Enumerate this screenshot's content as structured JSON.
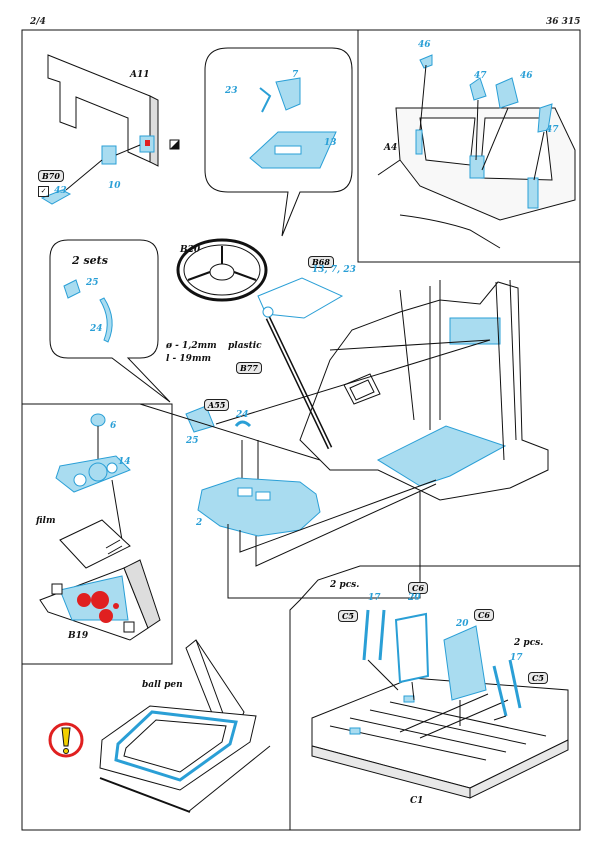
{
  "header": {
    "page": "2/4",
    "code": "36 315"
  },
  "labels": {
    "a11": "A11",
    "b70": "B70",
    "n43": "43",
    "n10": "10",
    "n23": "23",
    "n7": "7",
    "n13": "13",
    "n46a": "46",
    "n47a": "47",
    "n46b": "46",
    "n47b": "47",
    "a4": "A4",
    "b20": "B20",
    "b68": "B68",
    "b68_parts": "13, 7, 23",
    "two_sets": "2 sets",
    "n25a": "25",
    "n24a": "24",
    "dia": "ø - 1,2mm",
    "len": "l - 19mm",
    "plastic": "plastic",
    "b77": "B77",
    "a55": "A55",
    "n24b": "24",
    "n25b": "25",
    "n2": "2",
    "n6": "6",
    "n14": "14",
    "film": "film",
    "b19": "B19",
    "ball_pen": "ball pen",
    "c6a": "C6",
    "c6b": "C6",
    "c5a": "C5",
    "c5b": "C5",
    "two_pcs_a": "2 pcs.",
    "two_pcs_b": "2 pcs.",
    "n17a": "17",
    "n20a": "20",
    "n20b": "20",
    "n17b": "17",
    "c1": "C1"
  },
  "colors": {
    "etch": "#2a9fd6",
    "etch_fill": "#a9dcf0",
    "red": "#e02020",
    "warn": "#f2d000"
  }
}
